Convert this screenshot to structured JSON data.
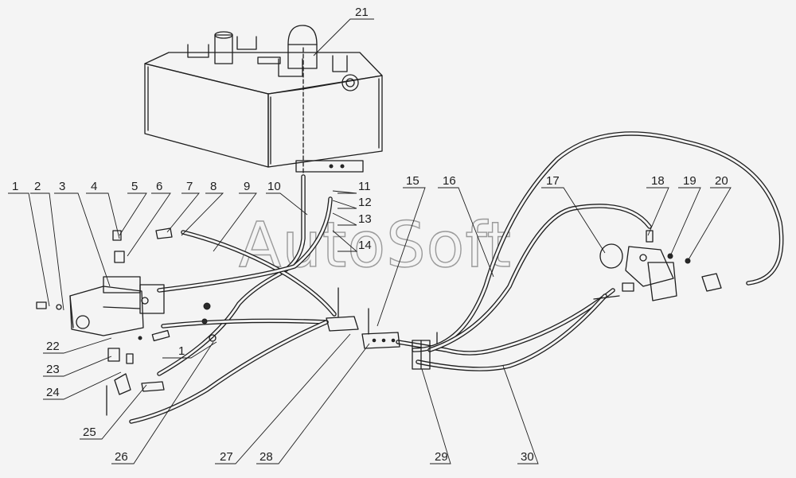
{
  "watermark": "AutoSoft",
  "callouts": [
    {
      "id": "c1",
      "label": "1"
    },
    {
      "id": "c2",
      "label": "2"
    },
    {
      "id": "c3",
      "label": "3"
    },
    {
      "id": "c4",
      "label": "4"
    },
    {
      "id": "c5",
      "label": "5"
    },
    {
      "id": "c6",
      "label": "6"
    },
    {
      "id": "c7",
      "label": "7"
    },
    {
      "id": "c8",
      "label": "8"
    },
    {
      "id": "c9",
      "label": "9"
    },
    {
      "id": "c10",
      "label": "10"
    },
    {
      "id": "c11",
      "label": "11"
    },
    {
      "id": "c12",
      "label": "12"
    },
    {
      "id": "c13",
      "label": "13"
    },
    {
      "id": "c14",
      "label": "14"
    },
    {
      "id": "c15",
      "label": "15"
    },
    {
      "id": "c16",
      "label": "16"
    },
    {
      "id": "c17",
      "label": "17"
    },
    {
      "id": "c18",
      "label": "18"
    },
    {
      "id": "c19",
      "label": "19"
    },
    {
      "id": "c20",
      "label": "20"
    },
    {
      "id": "c21",
      "label": "21"
    },
    {
      "id": "c22",
      "label": "22"
    },
    {
      "id": "c23",
      "label": "23"
    },
    {
      "id": "c24",
      "label": "24"
    },
    {
      "id": "c25",
      "label": "25"
    },
    {
      "id": "c26",
      "label": "26"
    },
    {
      "id": "c27",
      "label": "27"
    },
    {
      "id": "c28",
      "label": "28"
    },
    {
      "id": "c29",
      "label": "29"
    },
    {
      "id": "c30",
      "label": "30"
    },
    {
      "id": "c1b",
      "label": "1"
    }
  ]
}
